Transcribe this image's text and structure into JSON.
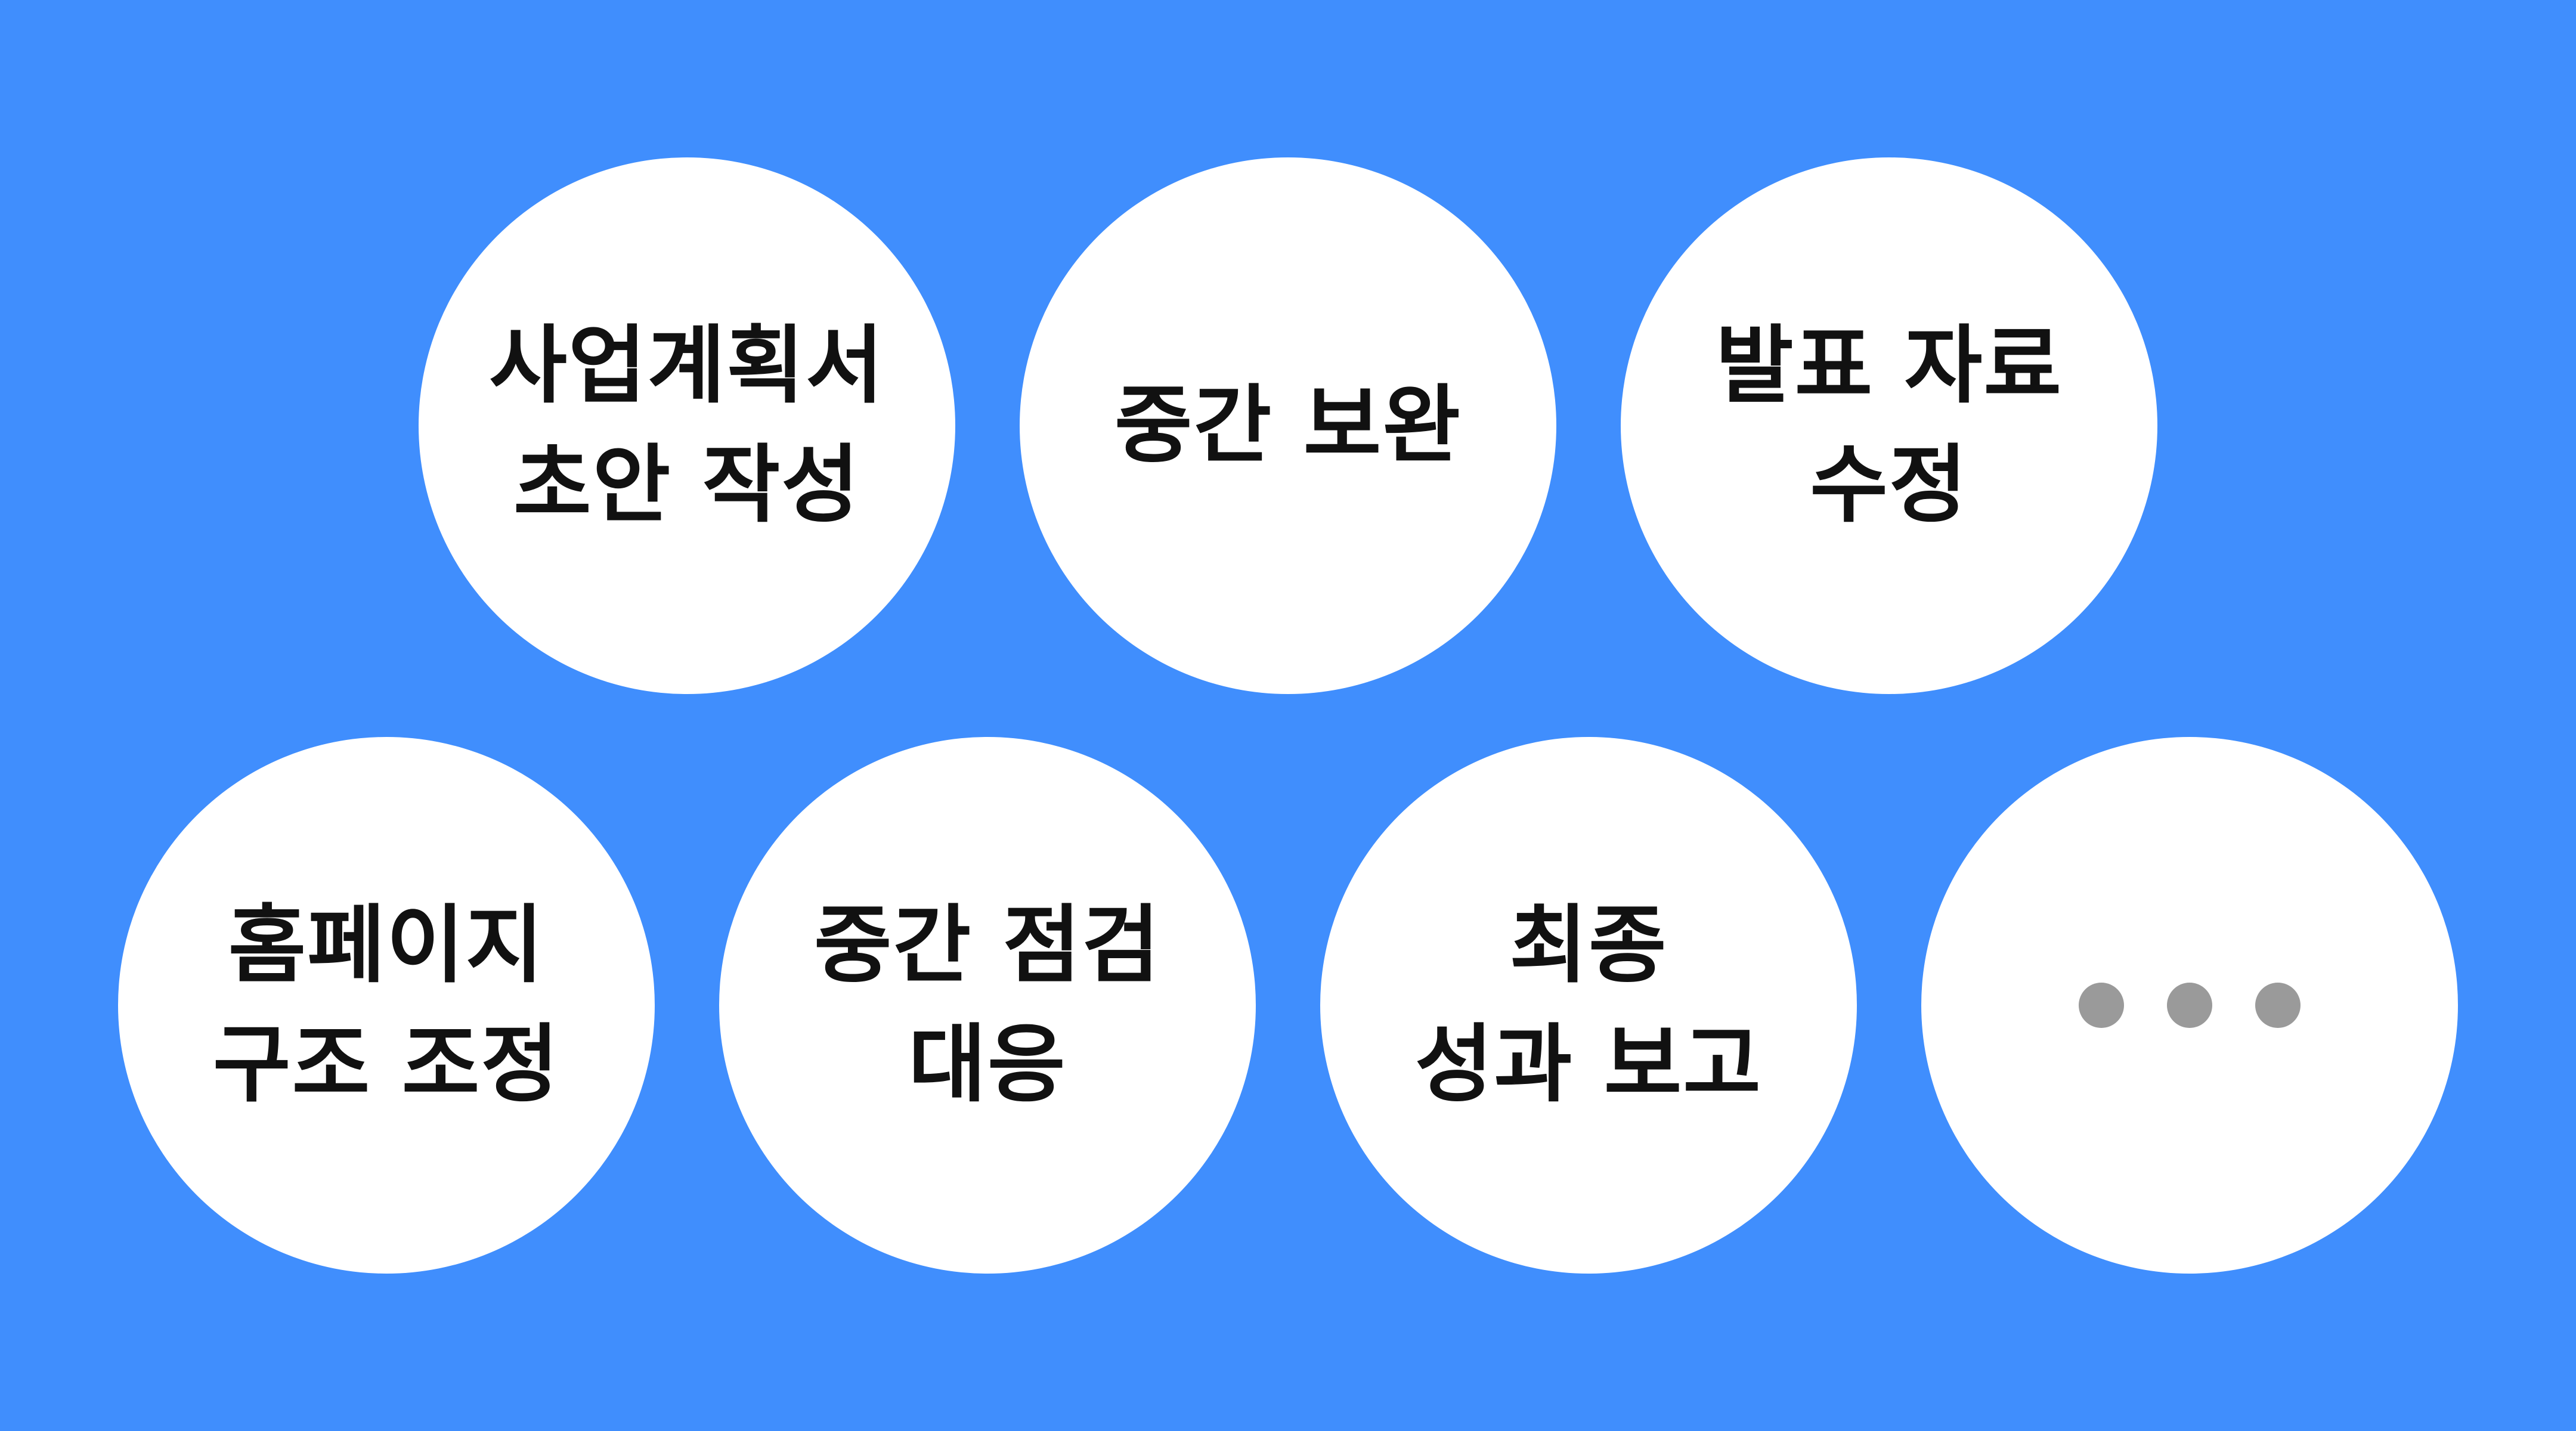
{
  "colors": {
    "background": "#408EFD",
    "circle": "#FFFFFF",
    "text": "#111111",
    "dots": "#9A9A9A"
  },
  "items": [
    {
      "lines": [
        "사업계획서",
        "초안 작성"
      ]
    },
    {
      "lines": [
        "중간 보완"
      ]
    },
    {
      "lines": [
        "발표 자료",
        "수정"
      ]
    },
    {
      "lines": [
        "홈페이지",
        "구조 조정"
      ]
    },
    {
      "lines": [
        "중간 점검",
        "대응"
      ]
    },
    {
      "lines": [
        "최종",
        "성과 보고"
      ]
    }
  ],
  "more_icon": "ellipsis-icon"
}
